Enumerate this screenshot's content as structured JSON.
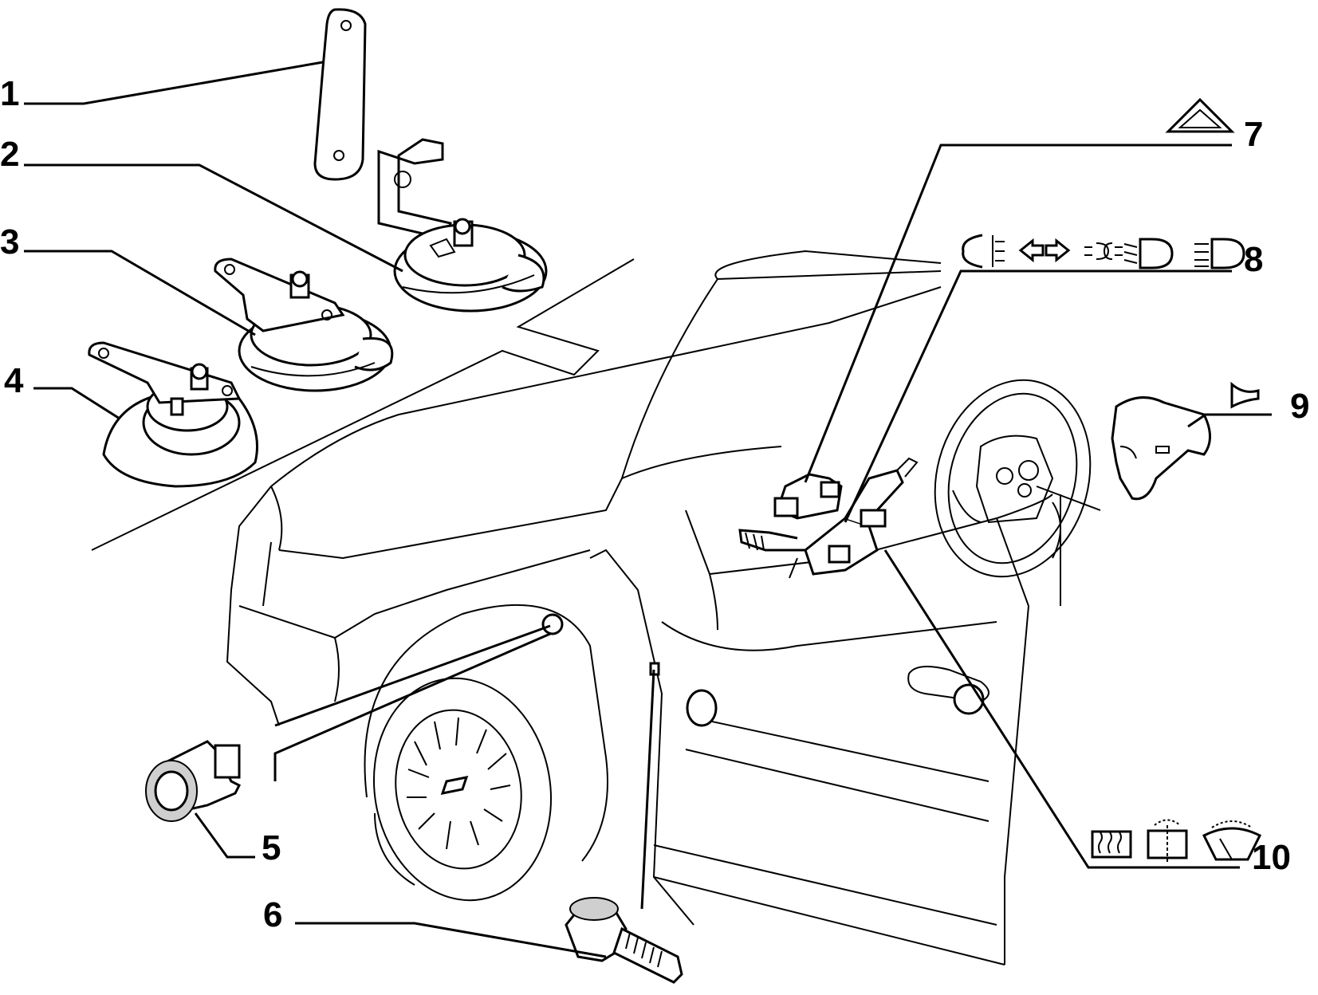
{
  "callouts": [
    {
      "id": "1",
      "label": "1"
    },
    {
      "id": "2",
      "label": "2"
    },
    {
      "id": "3",
      "label": "3"
    },
    {
      "id": "4",
      "label": "4"
    },
    {
      "id": "5",
      "label": "5"
    },
    {
      "id": "6",
      "label": "6"
    },
    {
      "id": "7",
      "label": "7"
    },
    {
      "id": "8",
      "label": "8"
    },
    {
      "id": "9",
      "label": "9"
    },
    {
      "id": "10",
      "label": "10"
    }
  ],
  "icons": {
    "callout_7": "hazard-warning-triangle-icon",
    "callout_8": [
      "rear-fog-lamp-icon",
      "turn-left-arrow-icon",
      "turn-right-arrow-icon",
      "side-light-icon",
      "dipped-beam-icon",
      "main-beam-icon"
    ],
    "callout_9": "horn-icon",
    "callout_10": [
      "rear-window-defroster-icon",
      "rear-wiper-washer-icon",
      "front-wiper-washer-icon"
    ]
  }
}
